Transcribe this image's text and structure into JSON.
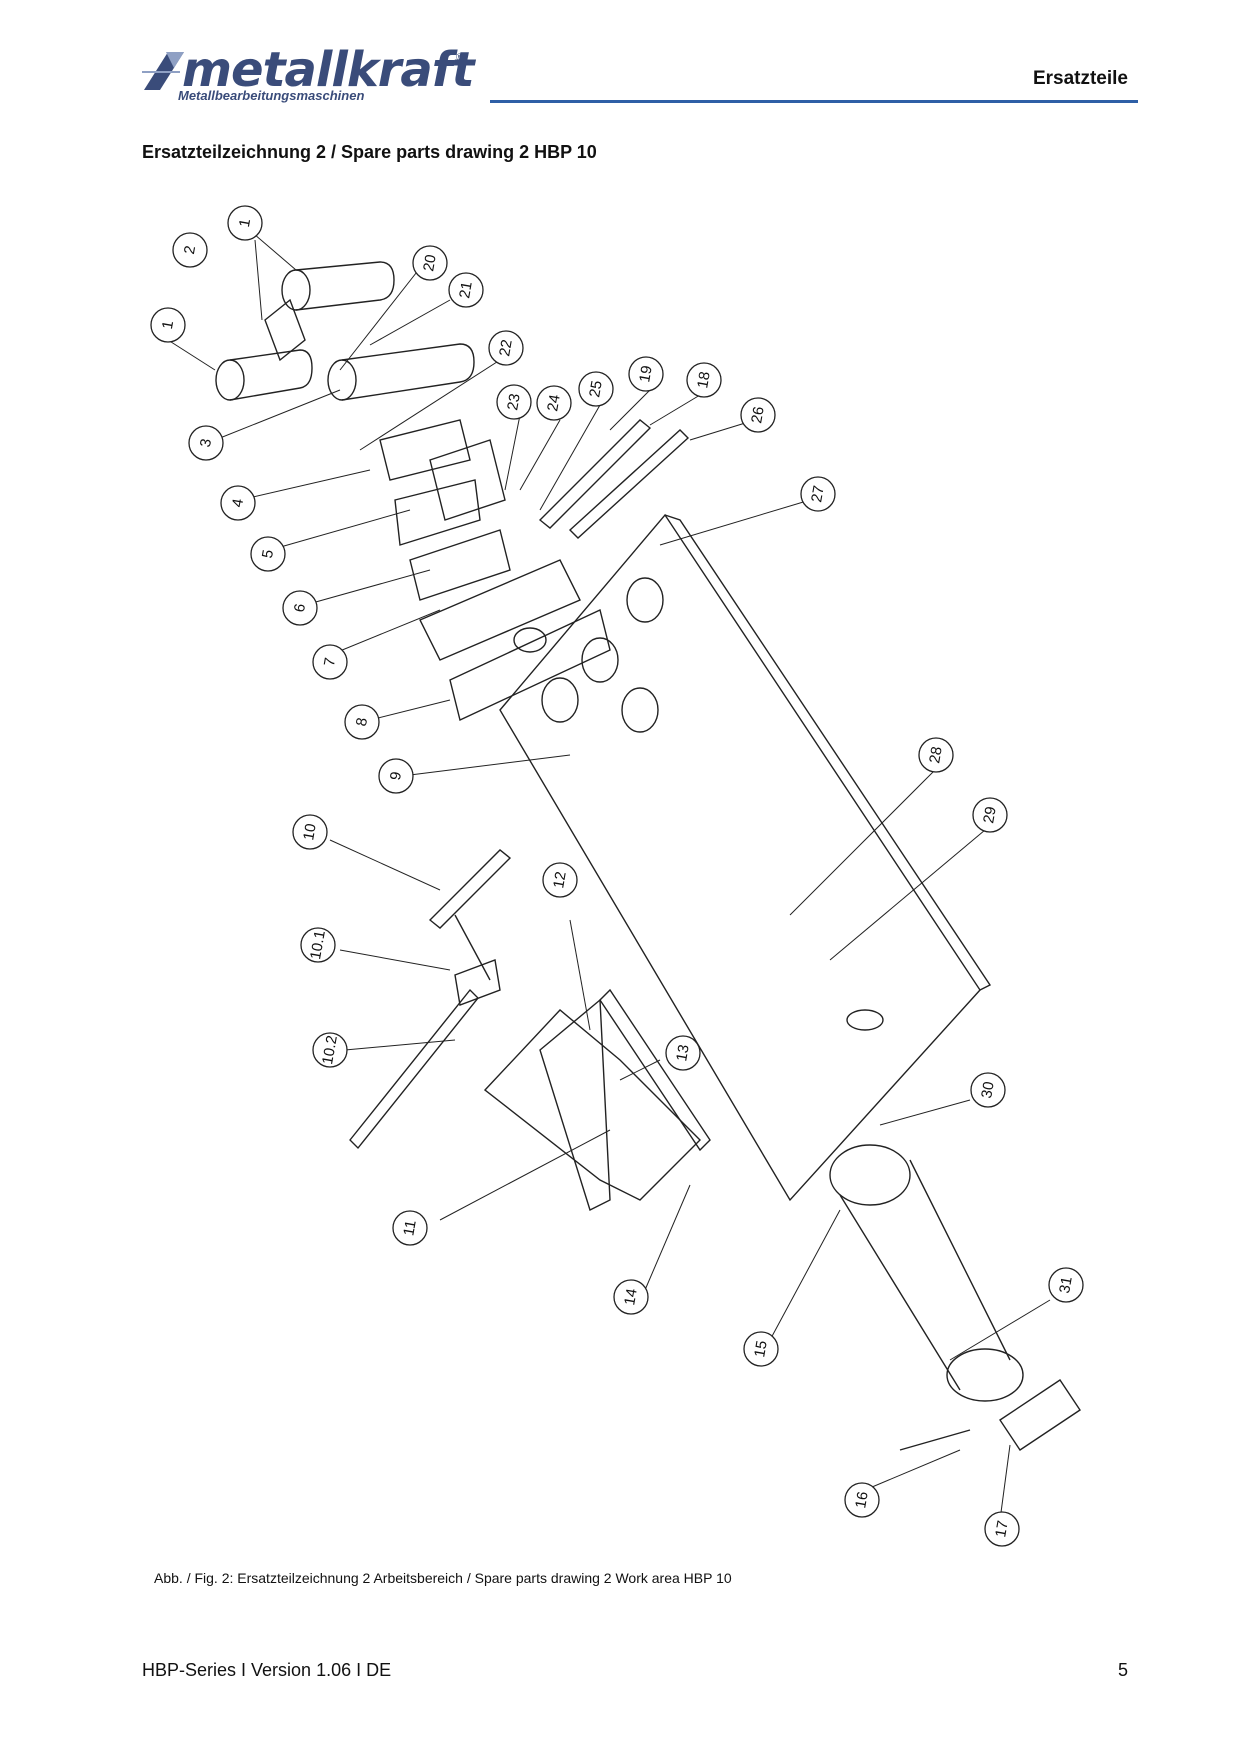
{
  "header": {
    "logo_text": "metallkraft",
    "logo_subtitle": "Metallbearbeitungsmaschinen",
    "logo_registered": "®",
    "section_title": "Ersatzteile"
  },
  "drawing": {
    "title": "Ersatzteilzeichnung 2 / Spare parts drawing 2 HBP 10",
    "callouts": [
      "1",
      "1",
      "2",
      "3",
      "4",
      "5",
      "6",
      "7",
      "8",
      "9",
      "10",
      "10.1",
      "10.2",
      "11",
      "12",
      "13",
      "14",
      "15",
      "16",
      "17",
      "18",
      "19",
      "20",
      "21",
      "22",
      "23",
      "24",
      "25",
      "26",
      "27",
      "28",
      "29",
      "30",
      "31"
    ],
    "caption": "Abb. / Fig. 2: Ersatzteilzeichnung 2 Arbeitsbereich /  Spare parts drawing 2 Work area HBP 10"
  },
  "footer": {
    "left": "HBP-Series I Version 1.06 I DE",
    "page_number": "5"
  }
}
